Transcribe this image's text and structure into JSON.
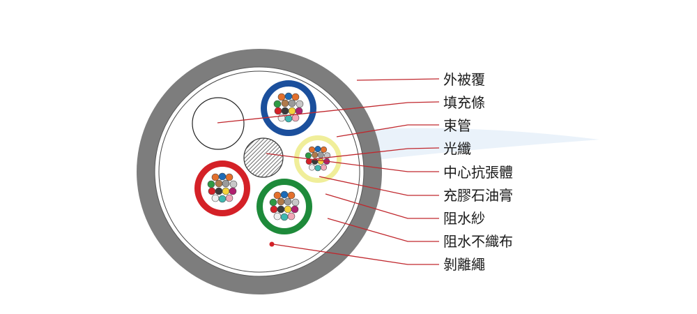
{
  "labels": {
    "outer_sheath": "外被覆",
    "filler_rod": "填充條",
    "loose_tube": "束管",
    "optical_fiber": "光纖",
    "central_strength_member": "中心抗張體",
    "filling_gel": "充膠石油膏",
    "water_blocking_yarn": "阻水紗",
    "water_blocking_tape": "阻水不織布",
    "ripcord": "剝離繩"
  },
  "colors": {
    "sheath": "#7d7d7d",
    "tube_blue": "#1b4f9c",
    "tube_yellow": "#f0ee9a",
    "tube_red": "#d42127",
    "tube_green": "#1e8a3a",
    "leader_line": "#c0272d",
    "filler": "#ffffff",
    "strength_member": "#7a7a7a",
    "ripcord": "#d42127"
  },
  "fiber_colors": [
    "#e3702c",
    "#1b6bb8",
    "#e3702c",
    "#2e9a44",
    "#b07a4a",
    "#9a9a9a",
    "#c8c8c8",
    "#d42127",
    "#3a3a3a",
    "#f5d23a",
    "#b0206e",
    "#eeeeee",
    "#3fb8b0",
    "#f2a7b8"
  ],
  "icons": {
    "cable_cross_section": "cable-cross-section-icon"
  }
}
